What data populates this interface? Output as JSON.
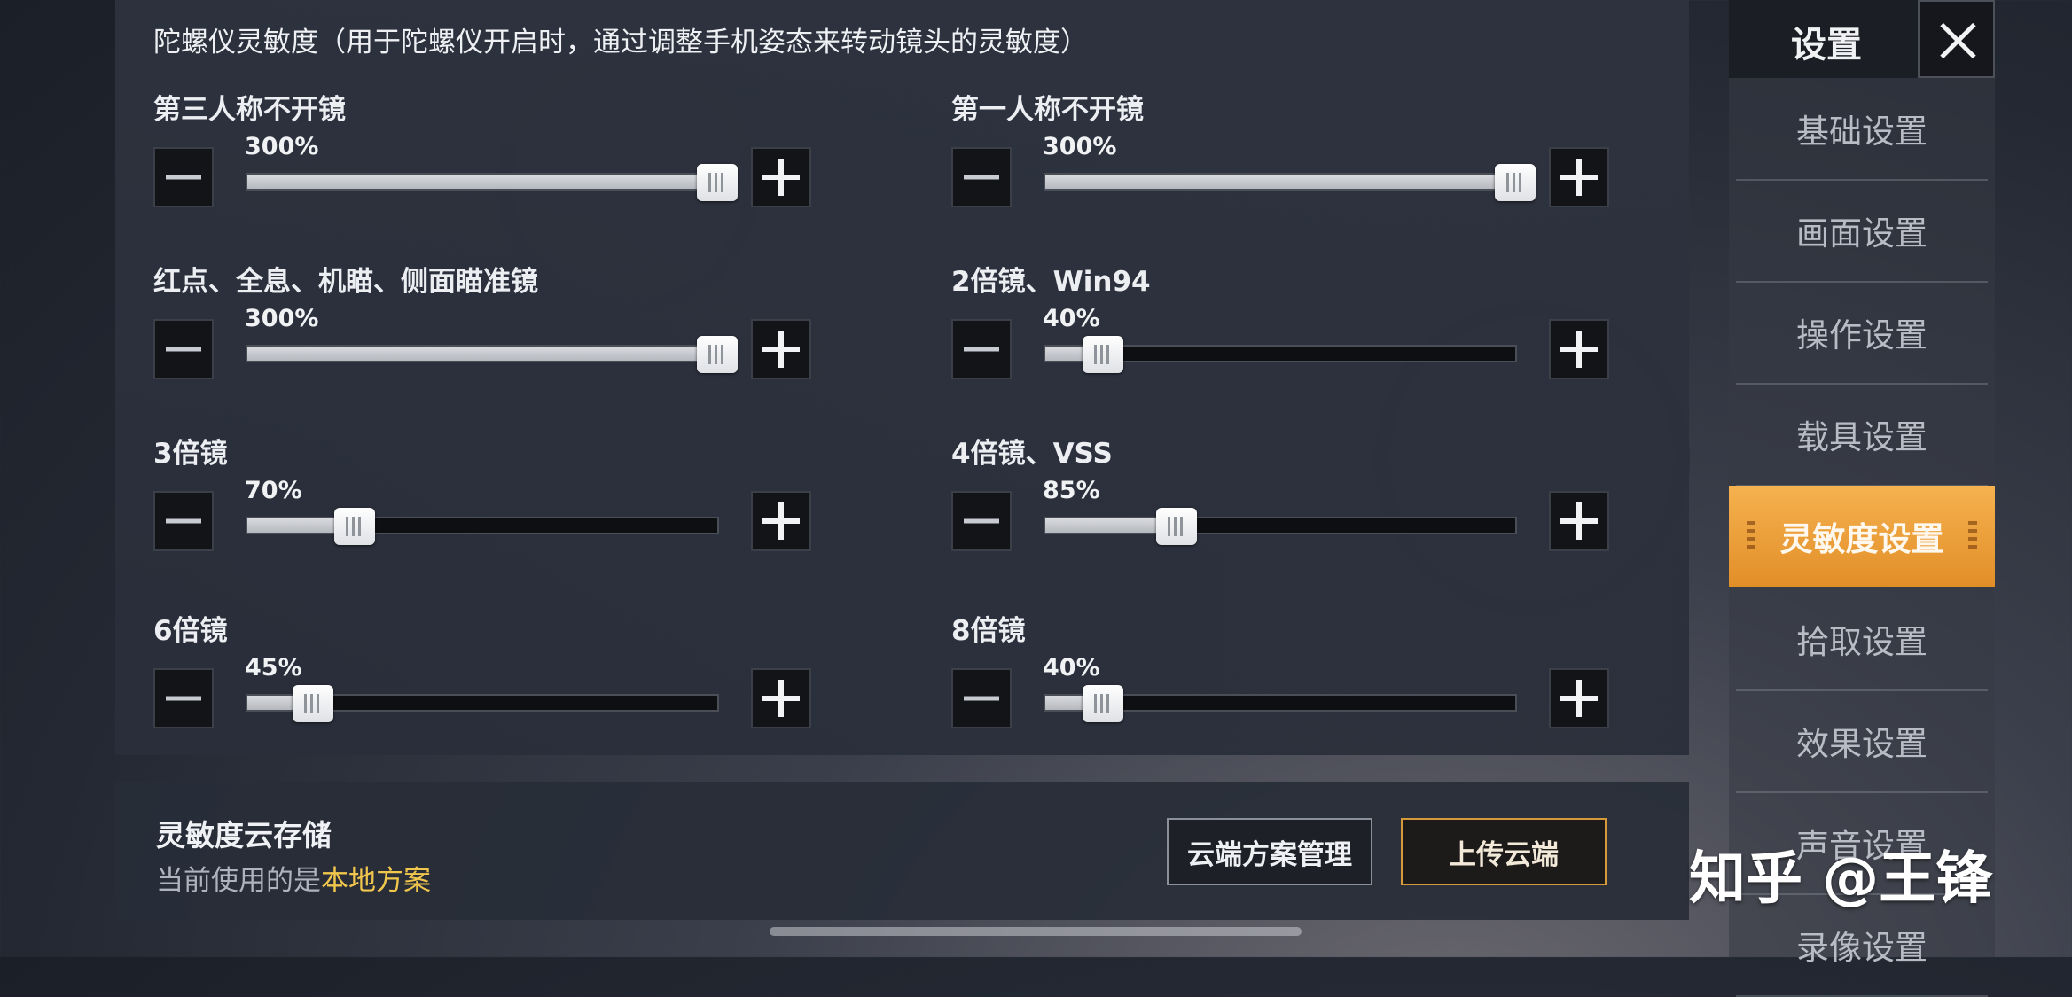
{
  "section_title": "陀螺仪灵敏度（用于陀螺仪开启时，通过调整手机姿态来转动镜头的灵敏度）",
  "settings": [
    {
      "label": "第三人称不开镜",
      "value_text": "300%",
      "fraction": 1.0
    },
    {
      "label": "第一人称不开镜",
      "value_text": "300%",
      "fraction": 1.0
    },
    {
      "label": "红点、全息、机瞄、侧面瞄准镜",
      "value_text": "300%",
      "fraction": 1.0
    },
    {
      "label": "2倍镜、Win94",
      "value_text": "40%",
      "fraction": 0.123
    },
    {
      "label": "3倍镜",
      "value_text": "70%",
      "fraction": 0.228
    },
    {
      "label": "4倍镜、VSS",
      "value_text": "85%",
      "fraction": 0.28
    },
    {
      "label": "6倍镜",
      "value_text": "45%",
      "fraction": 0.14
    },
    {
      "label": "8倍镜",
      "value_text": "40%",
      "fraction": 0.123
    }
  ],
  "cloud": {
    "title": "灵敏度云存储",
    "subtitle_prefix": "当前使用的是",
    "subtitle_highlight": "本地方案",
    "manage_button": "云端方案管理",
    "upload_button": "上传云端"
  },
  "sidebar": {
    "title": "设置",
    "items": [
      {
        "label": "基础设置",
        "active": false
      },
      {
        "label": "画面设置",
        "active": false
      },
      {
        "label": "操作设置",
        "active": false
      },
      {
        "label": "载具设置",
        "active": false
      },
      {
        "label": "灵敏度设置",
        "active": true
      },
      {
        "label": "拾取设置",
        "active": false
      },
      {
        "label": "效果设置",
        "active": false
      },
      {
        "label": "声音设置",
        "active": false
      },
      {
        "label": "录像设置",
        "active": false
      }
    ]
  },
  "watermark": "知乎 @王锋",
  "colors": {
    "accent": "#e89a34",
    "highlight": "#f0c64c"
  }
}
